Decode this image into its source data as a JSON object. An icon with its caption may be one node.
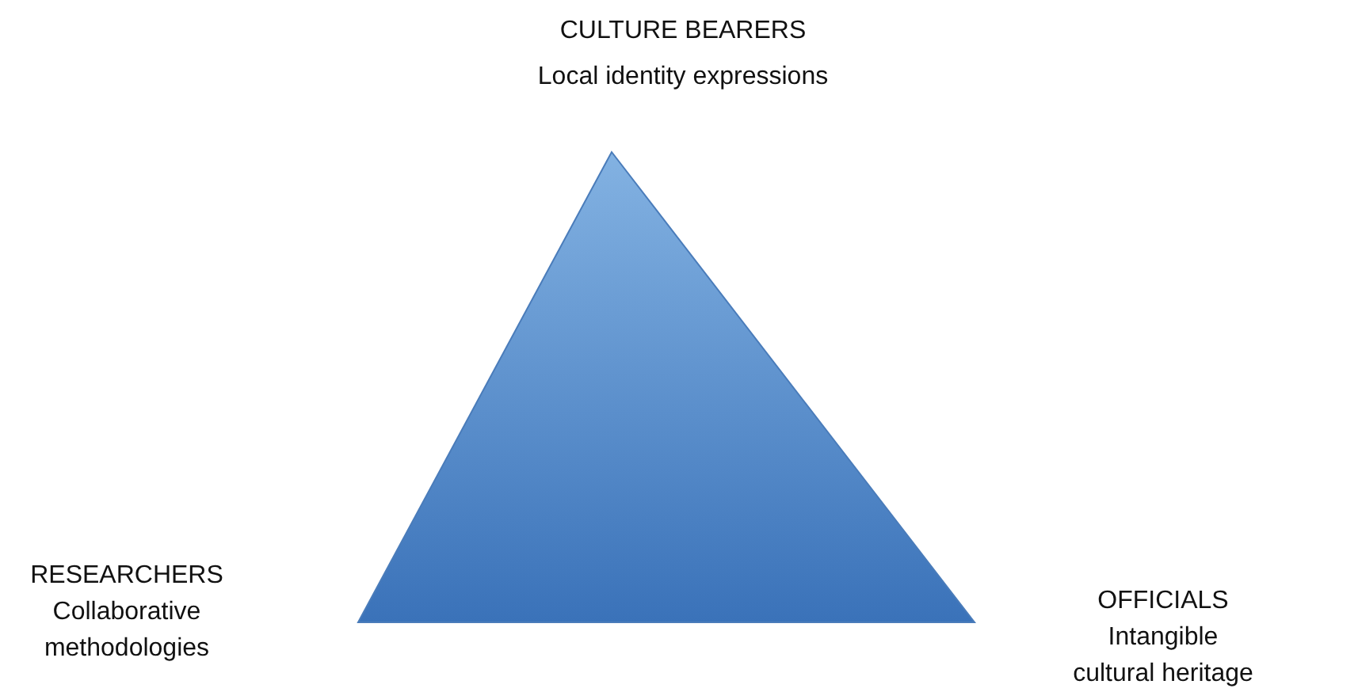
{
  "diagram": {
    "labels": [
      "CULTURE BEARERS",
      "Local identity expressions",
      "RESEARCHERS",
      "Collaborative methodologies",
      "OFFICIALS",
      "Intangible cultural heritage"
    ]
  }
}
